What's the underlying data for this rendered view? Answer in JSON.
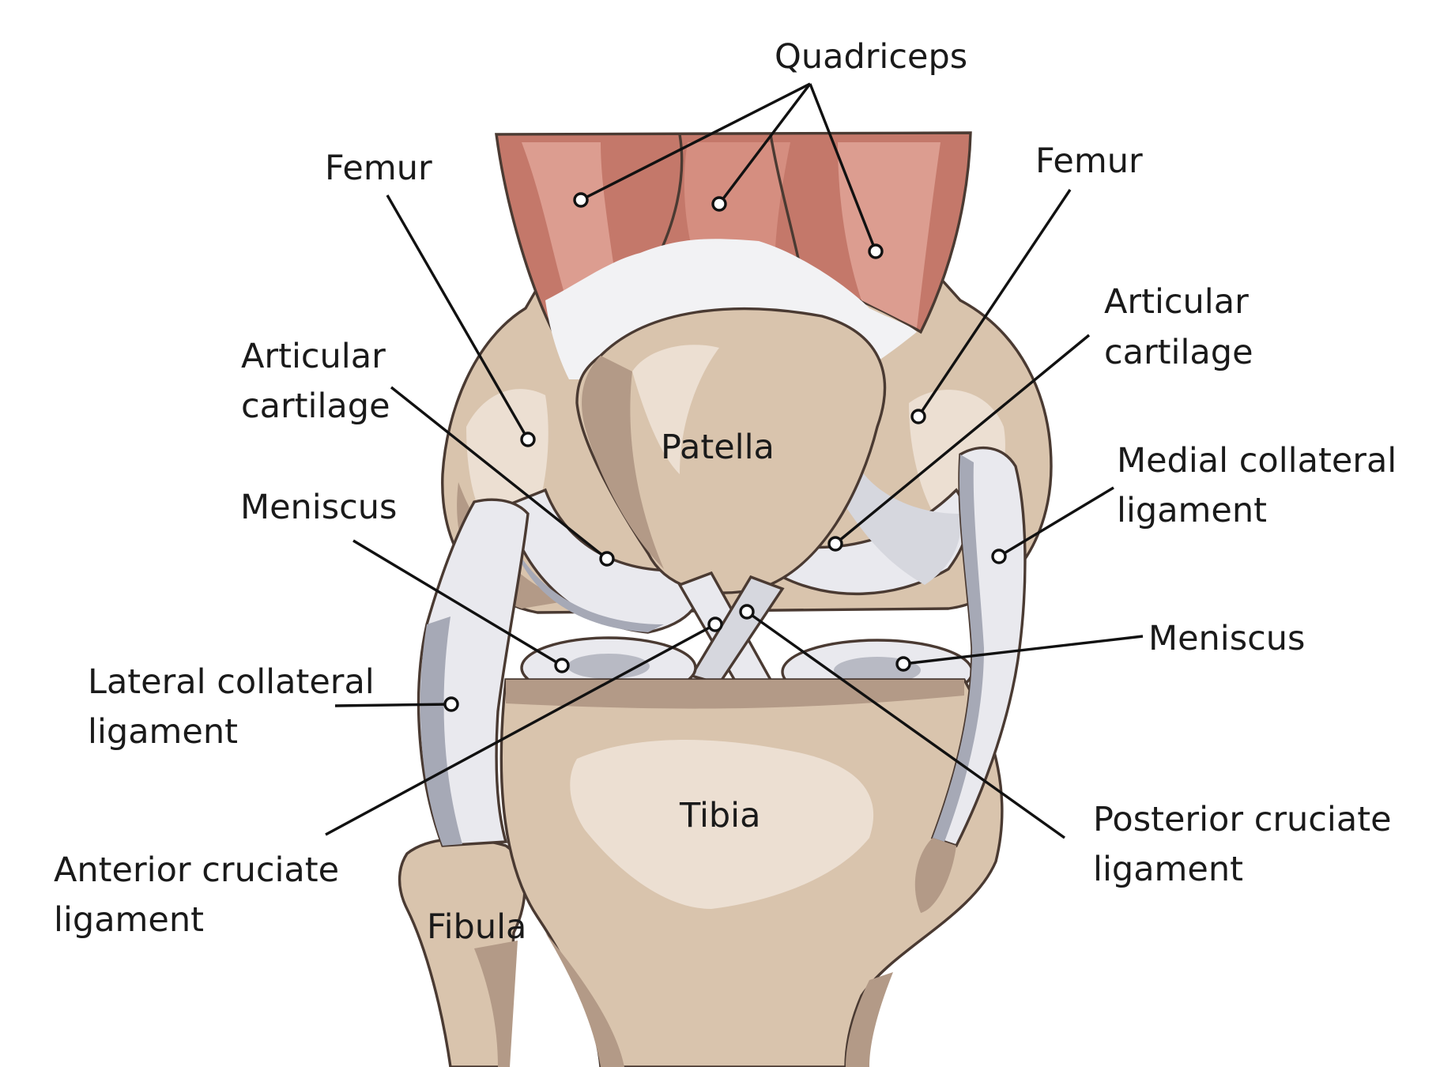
{
  "labels": {
    "quadriceps": "Quadriceps",
    "femur_left": "Femur",
    "femur_right": "Femur",
    "articular_left_1": "Articular",
    "articular_left_2": "cartilage",
    "articular_right_1": "Articular",
    "articular_right_2": "cartilage",
    "patella": "Patella",
    "meniscus_left": "Meniscus",
    "meniscus_right": "Meniscus",
    "mcl_1": "Medial collateral",
    "mcl_2": "ligament",
    "lcl_1": "Lateral collateral",
    "lcl_2": "ligament",
    "acl_1": "Anterior cruciate",
    "acl_2": "ligament",
    "pcl_1": "Posterior cruciate",
    "pcl_2": "ligament",
    "tibia": "Tibia",
    "fibula": "Fibula"
  },
  "colors": {
    "bone": "#d9c4ad",
    "bone_shadow": "#b39a87",
    "bone_light": "#ecdfd2",
    "muscle": "#c4786a",
    "muscle_light": "#dc9d90",
    "muscle_dark": "#b06659",
    "cartilage": "#e9e9ee",
    "ligament_shadow": "#a6a9b6",
    "tendon": "#f2f2f4",
    "leader": "#111111"
  }
}
